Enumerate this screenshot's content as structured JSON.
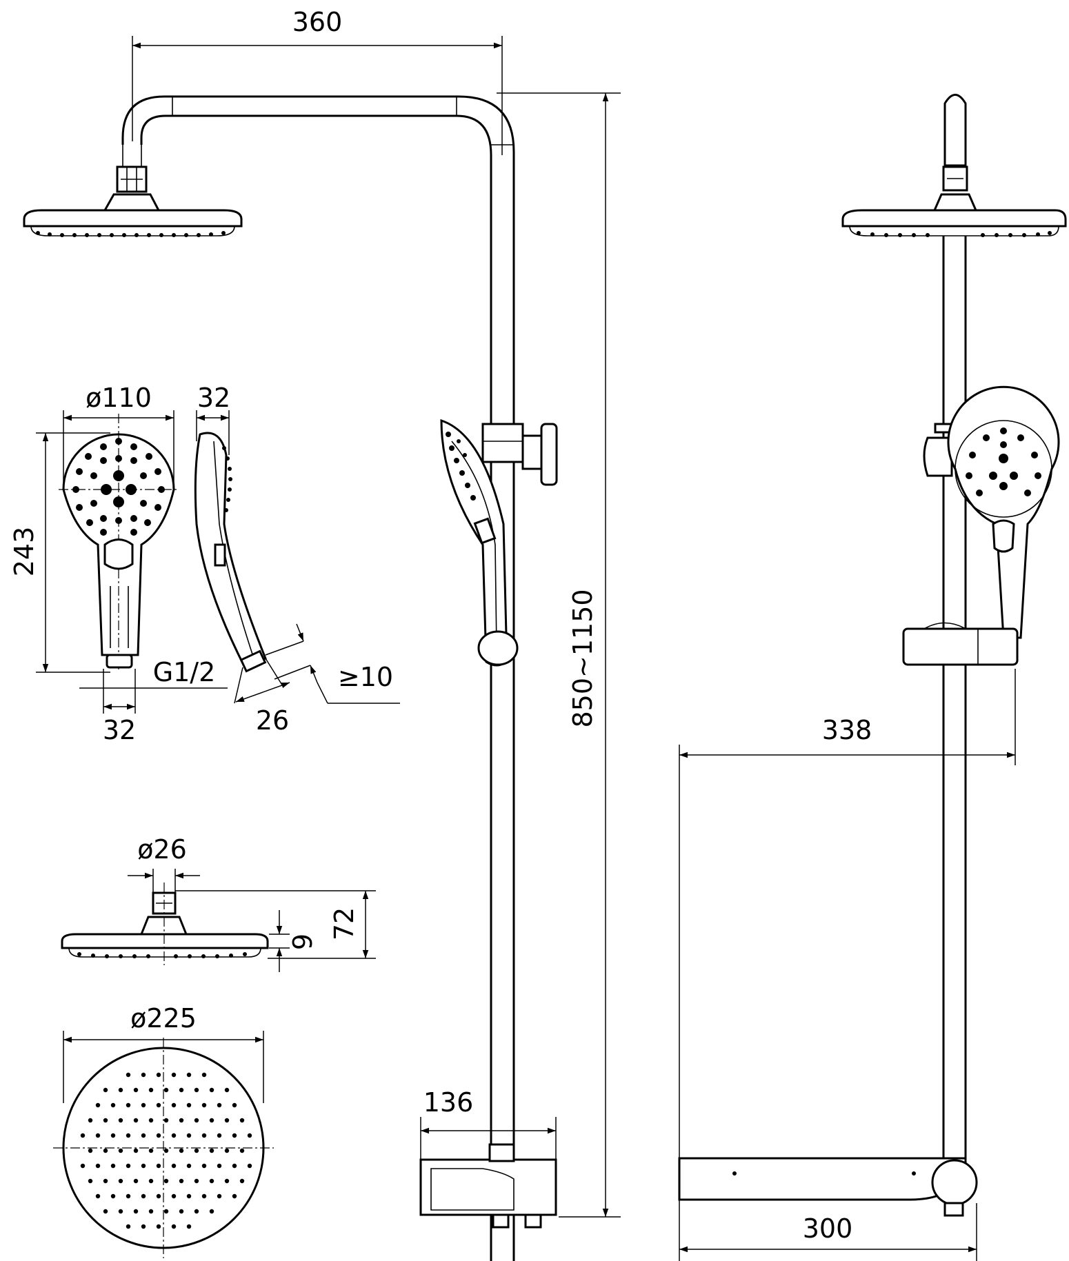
{
  "dimensions": {
    "arm_length": "360",
    "hand_diameter": "ø110",
    "hand_thickness": "32",
    "hand_length": "243",
    "thread": "G1/2",
    "hand_outlet": "32",
    "hose_min": "≥10",
    "hose_nut": "26",
    "height_range": "850~1150",
    "side_projection": "338",
    "head_connector": "ø26",
    "head_thickness": "9",
    "head_height": "72",
    "head_diameter": "ø225",
    "mixer_depth": "136",
    "mixer_width": "300"
  }
}
